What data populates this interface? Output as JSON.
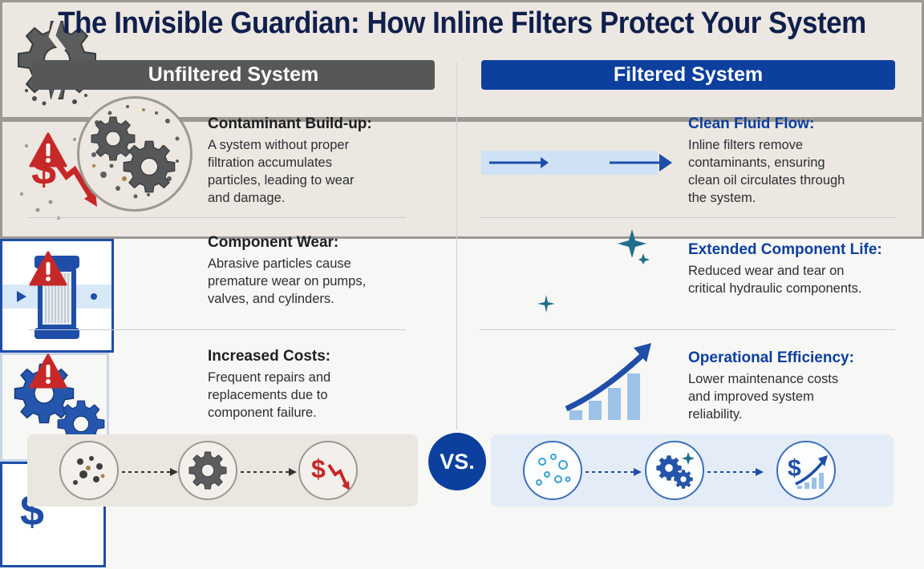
{
  "title": "The Invisible Guardian: How Inline Filters Protect Your System",
  "vs_label": "VS.",
  "left_panel": {
    "header": "Unfiltered System",
    "rows": [
      {
        "title": "Contaminant Build-up:",
        "desc": "A system without proper filtration accumulates particles, leading to wear and damage.",
        "icon": "dirty-gears-icon"
      },
      {
        "title": "Component Wear:",
        "desc": "Abrasive particles cause premature wear on pumps, valves, and cylinders.",
        "icon": "broken-gear-icon"
      },
      {
        "title": "Increased Costs:",
        "desc": "Frequent repairs and replacements due to component failure.",
        "icon": "falling-dollar-icon"
      }
    ],
    "flow_icons": [
      "particles-icon",
      "worn-gear-icon",
      "dollar-down-icon"
    ]
  },
  "right_panel": {
    "header": "Filtered System",
    "rows": [
      {
        "title": "Clean Fluid Flow:",
        "desc": "Inline filters remove contaminants, ensuring clean oil circulates through the system.",
        "icon": "inline-filter-icon"
      },
      {
        "title": "Extended Component Life:",
        "desc": "Reduced wear and tear on critical hydraulic components.",
        "icon": "clean-gears-icon"
      },
      {
        "title": "Operational Efficiency:",
        "desc": "Lower maintenance costs and improved system reliability.",
        "icon": "rising-dollar-icon"
      }
    ],
    "flow_icons": [
      "bubbles-icon",
      "sparkle-gears-icon",
      "dollar-up-icon"
    ]
  },
  "colors": {
    "title": "#10204d",
    "left_header": "#555759",
    "right_header": "#0c3f9e",
    "warning": "#c62828",
    "accent_blue": "#1e4ea8"
  }
}
